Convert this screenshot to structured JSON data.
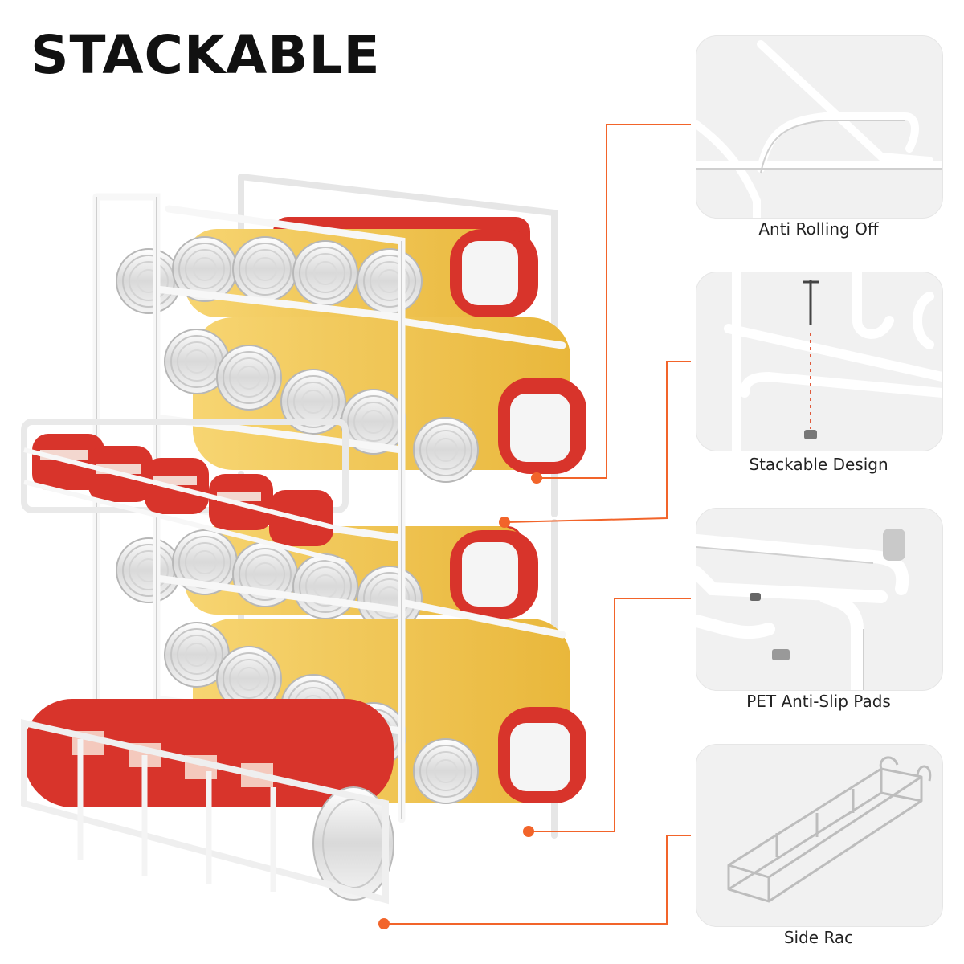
{
  "headline": "STACKABLE",
  "features": [
    {
      "label": "Anti Rolling Off",
      "icon": "anti-rolling-wire-detail"
    },
    {
      "label": "Stackable Design",
      "icon": "stackable-screw-detail"
    },
    {
      "label": "PET Anti-Slip Pads",
      "icon": "anti-slip-pad-detail"
    },
    {
      "label": "Side Rac",
      "icon": "side-rack-basket-detail"
    }
  ],
  "colors": {
    "accent": "#f2642a",
    "can_red": "#d8342b",
    "can_label": "#f4c95a",
    "rack_white": "#ffffff",
    "panel_bg": "#f1f1f1"
  }
}
